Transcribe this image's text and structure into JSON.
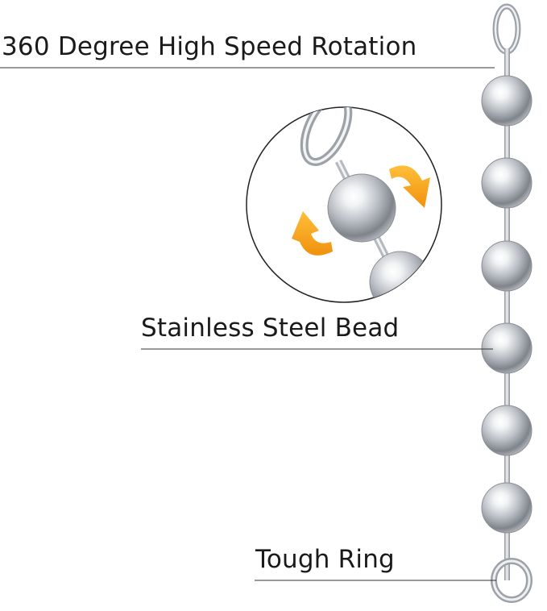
{
  "callouts": {
    "rotation": "360 Degree High Speed Rotation",
    "bead": "Stainless Steel Bead",
    "ring": "Tough Ring"
  },
  "colors": {
    "background": "#ffffff",
    "text": "#1a1a1a",
    "leader_line": "#333333",
    "steel": "#c7cacf",
    "rotation_arrow": "#f5a21b"
  },
  "icons": {
    "rotation_arrows": "curved-arrow-icon"
  }
}
